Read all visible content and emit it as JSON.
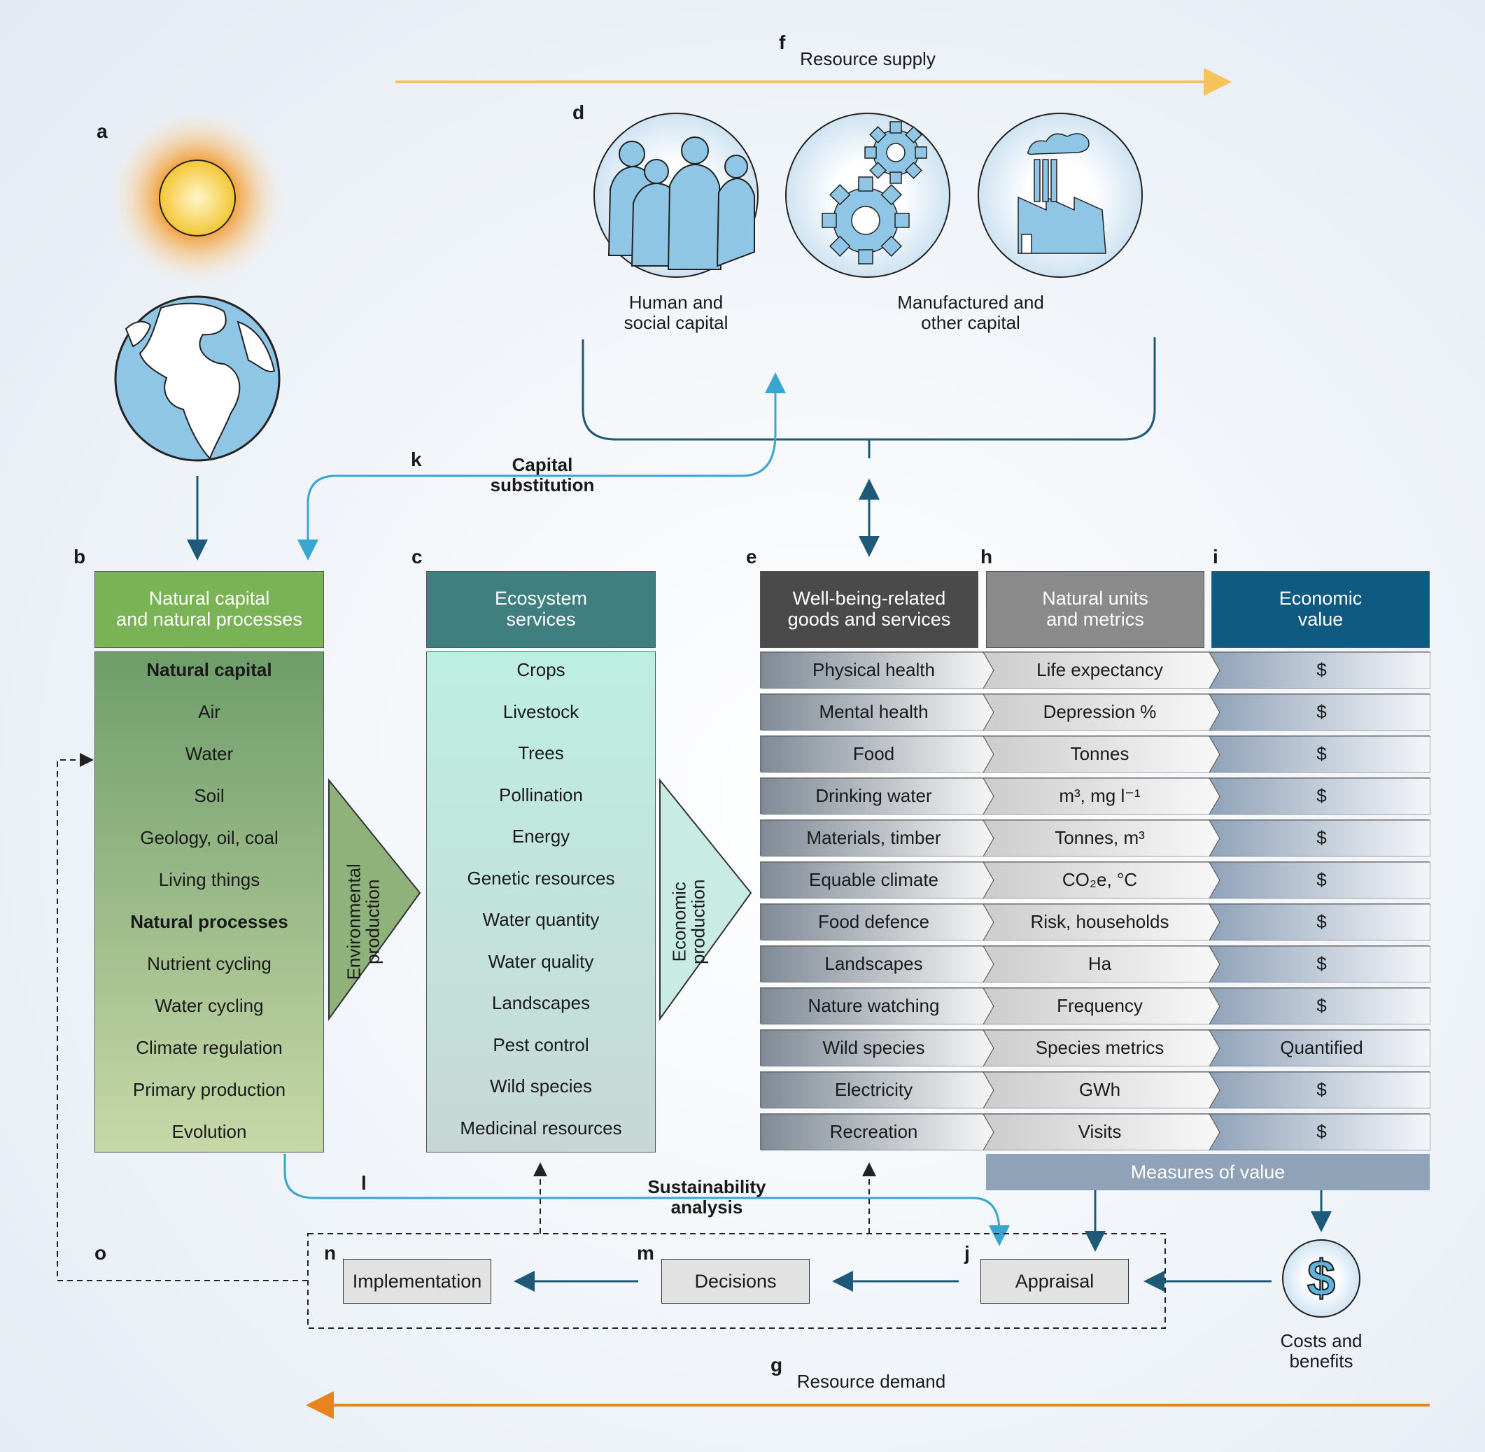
{
  "labels": {
    "a": "a",
    "b": "b",
    "c": "c",
    "d": "d",
    "e": "e",
    "f": "f",
    "g": "g",
    "h": "h",
    "i": "i",
    "j": "j",
    "k": "k",
    "l": "l",
    "m": "m",
    "n": "n",
    "o": "o"
  },
  "resource_supply": "Resource supply",
  "resource_demand": "Resource demand",
  "human_capital": "Human and\nsocial capital",
  "manufactured_capital": "Manufactured and\nother capital",
  "capital_substitution": "Capital\nsubstitution",
  "sustainability_analysis": "Sustainability\nanalysis",
  "col_b": {
    "header": "Natural capital\nand natural processes",
    "items": [
      {
        "text": "Natural capital",
        "bold": true
      },
      {
        "text": "Air"
      },
      {
        "text": "Water"
      },
      {
        "text": "Soil"
      },
      {
        "text": "Geology, oil, coal"
      },
      {
        "text": "Living things"
      },
      {
        "text": "Natural processes",
        "bold": true
      },
      {
        "text": "Nutrient cycling"
      },
      {
        "text": "Water cycling"
      },
      {
        "text": "Climate regulation"
      },
      {
        "text": "Primary production"
      },
      {
        "text": "Evolution"
      }
    ],
    "arrow": "Environmental\nproduction"
  },
  "col_c": {
    "header": "Ecosystem\nservices",
    "items": [
      "Crops",
      "Livestock",
      "Trees",
      "Pollination",
      "Energy",
      "Genetic resources",
      "Water quantity",
      "Water quality",
      "Landscapes",
      "Pest control",
      "Wild species",
      "Medicinal resources"
    ],
    "arrow": "Economic\nproduction"
  },
  "col_e_header": "Well-being-related\ngoods and services",
  "col_h_header": "Natural units\nand metrics",
  "col_i_header": "Economic\nvalue",
  "rows": [
    [
      "Physical health",
      "Life expectancy",
      "$"
    ],
    [
      "Mental health",
      "Depression %",
      "$"
    ],
    [
      "Food",
      "Tonnes",
      "$"
    ],
    [
      "Drinking water",
      "m³, mg l⁻¹",
      "$"
    ],
    [
      "Materials, timber",
      "Tonnes, m³",
      "$"
    ],
    [
      "Equable climate",
      "CO₂e, °C",
      "$"
    ],
    [
      "Food defence",
      "Risk, households",
      "$"
    ],
    [
      "Landscapes",
      "Ha",
      "$"
    ],
    [
      "Nature watching",
      "Frequency",
      "$"
    ],
    [
      "Wild species",
      "Species metrics",
      "Quantified"
    ],
    [
      "Electricity",
      "GWh",
      "$"
    ],
    [
      "Recreation",
      "Visits",
      "$"
    ]
  ],
  "measures_of_value": "Measures of value",
  "implementation": "Implementation",
  "decisions": "Decisions",
  "appraisal": "Appraisal",
  "costs_benefits": "Costs and\nbenefits",
  "dollar_symbol": "$",
  "colors": {
    "supply": "#f6c35a",
    "demand": "#e8841d",
    "teal_arrow": "#3aa6d0",
    "dark_arrow": "#1e5a78",
    "green": "#7ab356",
    "teal": "#3f7f7f",
    "dark": "#4a4a4a",
    "grey": "#8a8a8a",
    "blue": "#0e5a80"
  }
}
